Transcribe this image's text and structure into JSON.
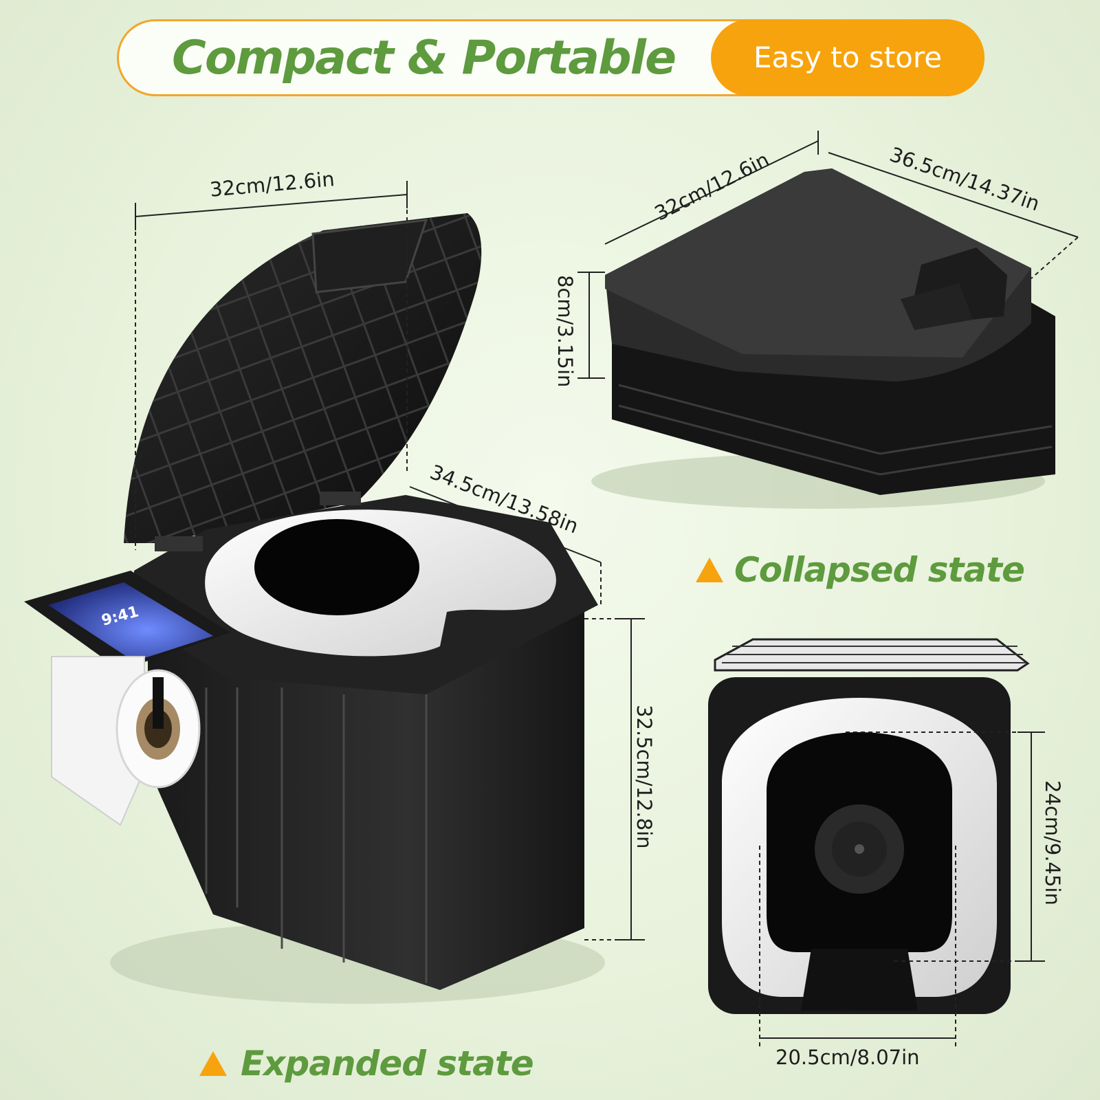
{
  "header": {
    "title": "Compact & Portable",
    "badge": "Easy to store"
  },
  "expanded": {
    "label": "Expanded state",
    "width_dim": "32cm/12.6in",
    "depth_dim": "34.5cm/13.58in",
    "height_dim": "32.5cm/12.8in",
    "phone_time": "9:41"
  },
  "collapsed": {
    "label": "Collapsed state",
    "width_dim": "32cm/12.6in",
    "length_dim": "36.5cm/14.37in",
    "height_dim": "8cm/3.15in"
  },
  "topview": {
    "width_dim": "20.5cm/8.07in",
    "opening_dim": "24cm/9.45in"
  },
  "colors": {
    "brand_green": "#5e9a3e",
    "accent_orange": "#f7a30e",
    "product_black": "#1b1b1b"
  },
  "icons": [
    "up-triangle-icon"
  ]
}
